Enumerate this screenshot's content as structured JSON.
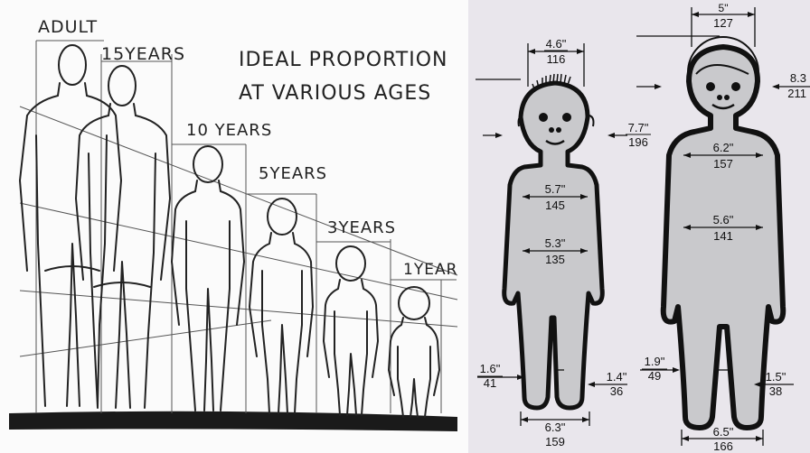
{
  "left_panel": {
    "title_line1": "IDEAL PROPORTION",
    "title_line2": "AT VARIOUS AGES",
    "ages": [
      "ADULT",
      "15YEARS",
      "10 YEARS",
      "5YEARS",
      "3YEARS",
      "1YEAR"
    ]
  },
  "right_panel": {
    "child_small": {
      "head_width": {
        "in": "4.6\"",
        "mm": "116"
      },
      "head_depth": {
        "in": "7.7\"",
        "mm": "196"
      },
      "chest": {
        "in": "5.7\"",
        "mm": "145"
      },
      "waist": {
        "in": "5.3\"",
        "mm": "135"
      },
      "ankle_left": {
        "in": "1.6\"",
        "mm": "41"
      },
      "ankle_right": {
        "in": "1.4\"",
        "mm": "36"
      },
      "feet": {
        "in": "6.3\"",
        "mm": "159"
      }
    },
    "child_large": {
      "head_width": {
        "in": "5\"",
        "mm": "127"
      },
      "head_depth": {
        "in": "8.3",
        "mm": "211"
      },
      "chest": {
        "in": "6.2\"",
        "mm": "157"
      },
      "waist": {
        "in": "5.6\"",
        "mm": "141"
      },
      "ankle_left": {
        "in": "1.9\"",
        "mm": "49"
      },
      "ankle_right": {
        "in": "1.5\"",
        "mm": "38"
      },
      "feet": {
        "in": "6.5\"",
        "mm": "166"
      }
    }
  },
  "colors": {
    "figure_fill": "#c9c9cc",
    "outline": "#111111",
    "panel_bg": "#e9e6ec"
  }
}
